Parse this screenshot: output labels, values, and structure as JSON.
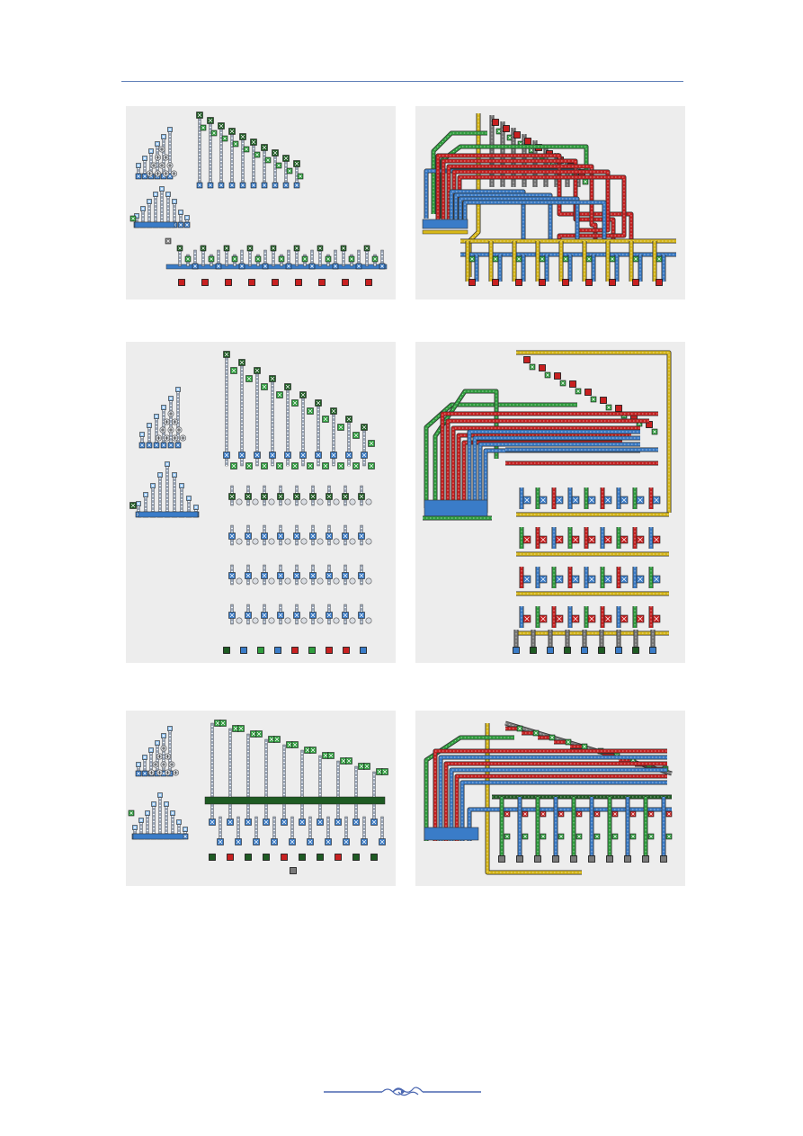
{
  "page": {
    "header_rule_color": "#5f7fb8",
    "footer_ornament_color": "#4a66b0"
  },
  "palette": {
    "blue": "#3a7cc8",
    "light_blue": "#8fc0ee",
    "green": "#2f9e3e",
    "dark_green": "#1e5b23",
    "red": "#c82020",
    "yellow": "#d8b818",
    "gray": "#7a7a7a",
    "dark": "#2b2b2b",
    "white": "#ffffff"
  },
  "figures": [
    {
      "id": "row1",
      "left_panel": "spanning-tree-components",
      "right_panel": "routed-circuit"
    },
    {
      "id": "row2",
      "left_panel": "spanning-tree-components",
      "right_panel": "routed-circuit"
    },
    {
      "id": "row3",
      "left_panel": "spanning-tree-components",
      "right_panel": "routed-circuit"
    }
  ]
}
